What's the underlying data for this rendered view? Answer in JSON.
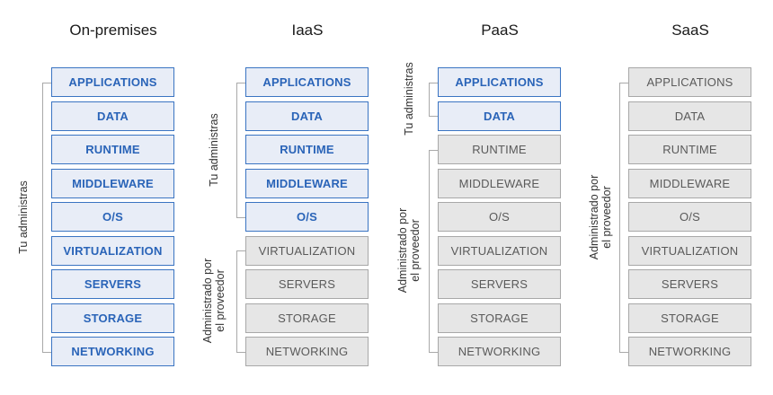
{
  "columns": [
    {
      "title": "On-premises",
      "groups": [
        {
          "type": "you",
          "label": "Tu administras",
          "layers": [
            "APPLICATIONS",
            "DATA",
            "RUNTIME",
            "MIDDLEWARE",
            "O/S",
            "VIRTUALIZATION",
            "SERVERS",
            "STORAGE",
            "NETWORKING"
          ]
        }
      ]
    },
    {
      "title": "IaaS",
      "groups": [
        {
          "type": "you",
          "label": "Tu administras",
          "layers": [
            "APPLICATIONS",
            "DATA",
            "RUNTIME",
            "MIDDLEWARE",
            "O/S"
          ]
        },
        {
          "type": "prov",
          "label": "Administrado por\nel proveedor",
          "layers": [
            "VIRTUALIZATION",
            "SERVERS",
            "STORAGE",
            "NETWORKING"
          ]
        }
      ]
    },
    {
      "title": "PaaS",
      "groups": [
        {
          "type": "you",
          "label": "Tu administras",
          "layers": [
            "APPLICATIONS",
            "DATA"
          ]
        },
        {
          "type": "prov",
          "label": "Administrado por\nel proveedor",
          "layers": [
            "RUNTIME",
            "MIDDLEWARE",
            "O/S",
            "VIRTUALIZATION",
            "SERVERS",
            "STORAGE",
            "NETWORKING"
          ]
        }
      ]
    },
    {
      "title": "SaaS",
      "groups": [
        {
          "type": "prov",
          "label": "Administrado por\nel proveedor",
          "layers": [
            "APPLICATIONS",
            "DATA",
            "RUNTIME",
            "MIDDLEWARE",
            "O/S",
            "VIRTUALIZATION",
            "SERVERS",
            "STORAGE",
            "NETWORKING"
          ]
        }
      ]
    }
  ],
  "colors": {
    "managed_by_you_fill": "#e8edf7",
    "managed_by_you_border": "#3a74c2",
    "managed_by_you_text": "#2a64b8",
    "managed_by_provider_fill": "#e6e6e6",
    "managed_by_provider_border": "#a8a8a8",
    "managed_by_provider_text": "#5a5a5a"
  }
}
